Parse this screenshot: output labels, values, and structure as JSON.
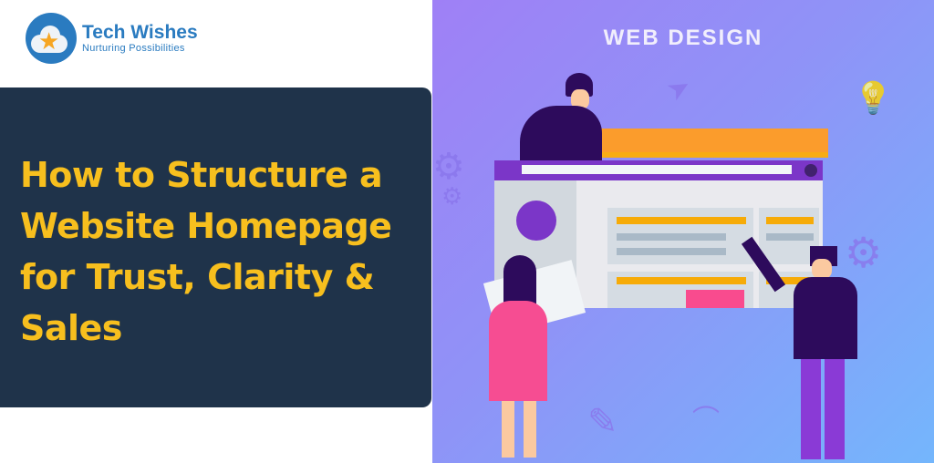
{
  "logo": {
    "brand": "Tech Wishes",
    "tagline": "Nurturing Possibilities",
    "icon": "cloud-star-icon"
  },
  "headline": {
    "text": "How to Structure a Website Homepage for Trust, Clarity & Sales",
    "color": "#f7bf1e",
    "panel_color": "#1f334a"
  },
  "illustration": {
    "title": "WEB DESIGN",
    "gradient": [
      "#9f80f6",
      "#74b6fc"
    ],
    "icons": [
      "cursor-icon",
      "lightbulb-icon",
      "gear-icon",
      "pencil-icon",
      "bezier-curve-icon",
      "ruler-icon",
      "user-avatar-icon",
      "image-icon"
    ]
  }
}
